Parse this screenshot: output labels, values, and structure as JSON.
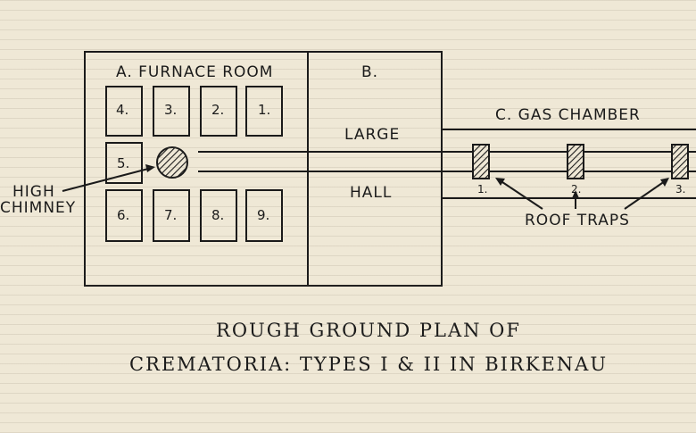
{
  "rooms": {
    "furnace": "A. FURNACE ROOM",
    "hall_letter": "B.",
    "hall_large": "LARGE",
    "hall_word": "HALL",
    "gas": "C. GAS CHAMBER"
  },
  "furnaces": [
    "1.",
    "2.",
    "3.",
    "4.",
    "5.",
    "6.",
    "7.",
    "8.",
    "9."
  ],
  "chimney_label_1": "HIGH",
  "chimney_label_2": "CHIMNEY",
  "traps": [
    "1.",
    "2.",
    "3."
  ],
  "traps_label": "ROOF TRAPS",
  "caption_1": "ROUGH GROUND PLAN OF",
  "caption_2": "CREMATORIA: TYPES I & II IN BIRKENAU"
}
